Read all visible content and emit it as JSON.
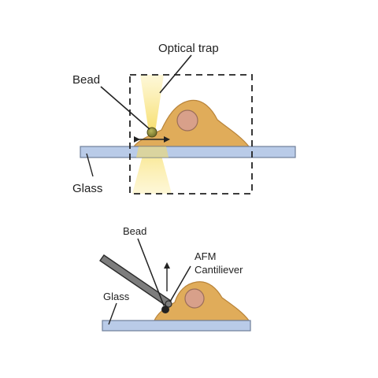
{
  "labels": {
    "optical_trap": "Optical trap",
    "bead_top": "Bead",
    "glass_top": "Glass",
    "bead_bottom": "Bead",
    "afm_line1": "AFM",
    "afm_line2": "Cantiliever",
    "glass_bottom": "Glass"
  },
  "colors": {
    "glass_fill": "#b9cbe8",
    "glass_stroke": "#6f7f9a",
    "cell_fill": "#e0ac5a",
    "cell_stroke": "#b9843a",
    "nucleus_fill": "#d8a08a",
    "nucleus_stroke": "#9b6e5a",
    "laser": "#f6dc63",
    "bead_top_fill": "#8c8a3a",
    "bead_bottom_fill": "#222222",
    "cantilever_fill": "#7d7d7d",
    "cantilever_stroke": "#2b2b2b",
    "line": "#222222"
  }
}
